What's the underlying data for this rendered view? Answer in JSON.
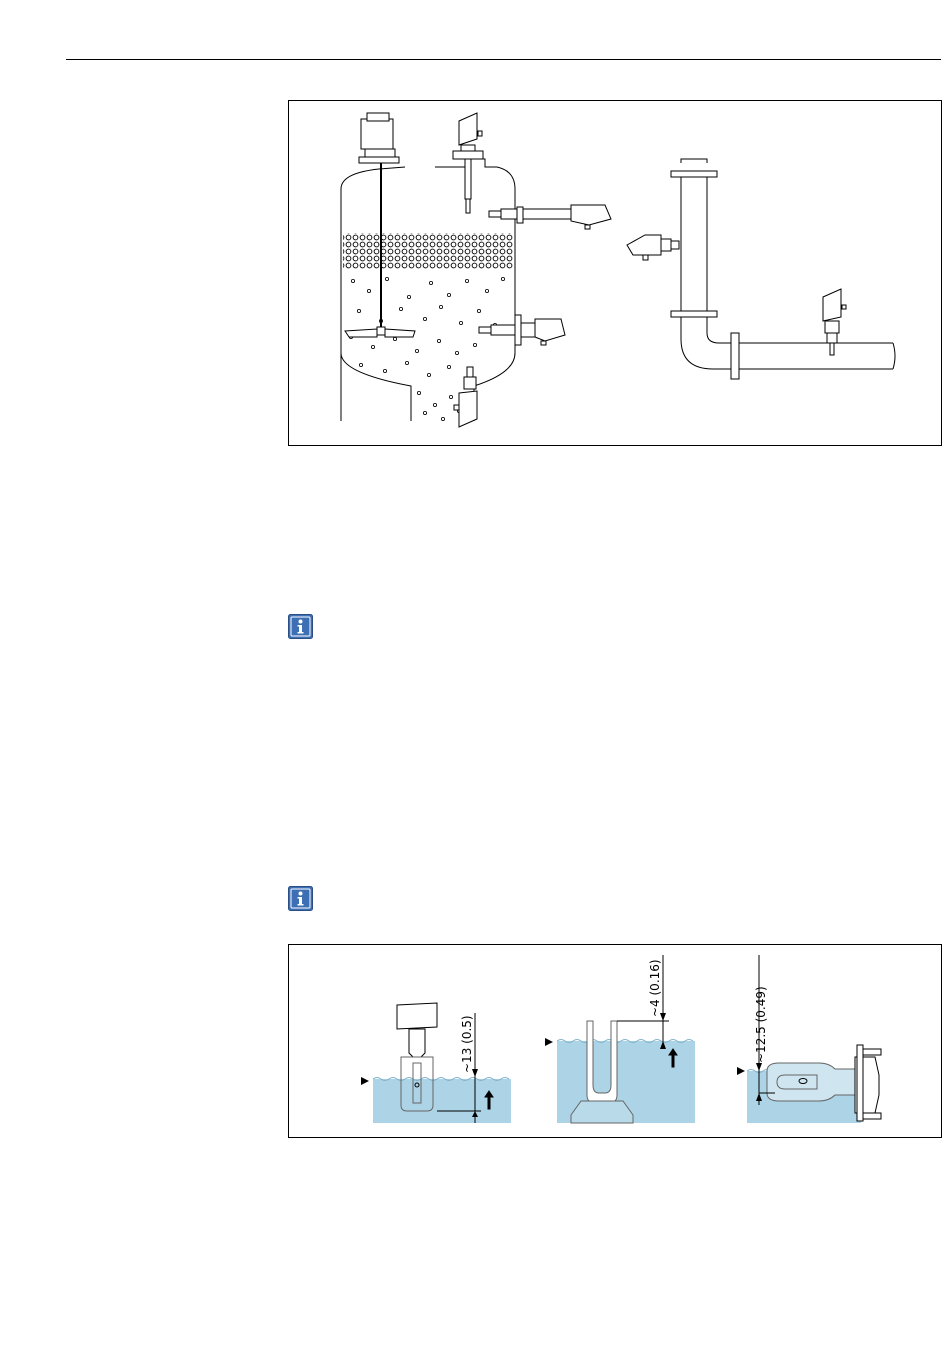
{
  "icons": {
    "info_note_1": "info-icon",
    "info_note_2": "info-icon"
  },
  "colors": {
    "liquid": "#acd3e6",
    "info_icon_bg": "#3d6fb4",
    "line": "#000000"
  },
  "switch_point_figure": {
    "dim_paddle_fork": "~13 (0.5)",
    "dim_short_fork": "~4 (0.16)",
    "dim_side_fork": "~12.5 (0.49)"
  }
}
